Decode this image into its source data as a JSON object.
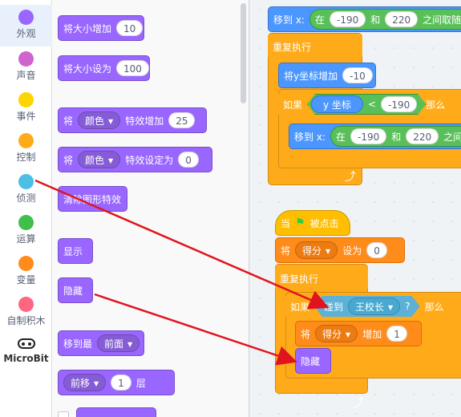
{
  "categories": [
    {
      "label": "外观",
      "color": "#9966ff"
    },
    {
      "label": "声音",
      "color": "#cf63cf"
    },
    {
      "label": "事件",
      "color": "#ffd500"
    },
    {
      "label": "控制",
      "color": "#ffab19"
    },
    {
      "label": "侦测",
      "color": "#4cbfe6"
    },
    {
      "label": "运算",
      "color": "#40bf4a"
    },
    {
      "label": "变量",
      "color": "#ff8c1a"
    },
    {
      "label": "自制积木",
      "color": "#ff6680"
    },
    {
      "label": "MicroBit",
      "color": "#222222"
    }
  ],
  "palette": {
    "change_size": {
      "label": "将大小增加",
      "value": "10"
    },
    "set_size": {
      "label": "将大小设为",
      "value": "100"
    },
    "change_effect": {
      "prefix": "将",
      "effect": "颜色",
      "suffix": "特效增加",
      "value": "25"
    },
    "set_effect": {
      "prefix": "将",
      "effect": "颜色",
      "suffix": "特效设定为",
      "value": "0"
    },
    "clear_effects": {
      "label": "清除图形特效"
    },
    "show": {
      "label": "显示"
    },
    "hide": {
      "label": "隐藏"
    },
    "go_to_layer": {
      "label": "移到最",
      "option": "前面"
    },
    "go_layer": {
      "option": "前移",
      "value": "1",
      "suffix": "层"
    }
  },
  "script1": {
    "goto_random": {
      "label": "移到 x:",
      "in": "在",
      "from": "-190",
      "and": "和",
      "to": "220",
      "rest": "之间取随"
    },
    "forever": {
      "label": "重复执行"
    },
    "change_y": {
      "label": "将y坐标增加",
      "value": "-10"
    },
    "if": {
      "label": "如果",
      "reporter": "y 坐标",
      "op": "<",
      "value": "-190",
      "then": "那么"
    },
    "inner_goto": {
      "label": "移到 x:",
      "in": "在",
      "from": "-190",
      "and": "和",
      "to": "220",
      "rest": "之间取"
    }
  },
  "script2": {
    "hat": {
      "label": "当",
      "suffix": "被点击"
    },
    "set_var": {
      "prefix": "将",
      "var": "得分",
      "mid": "设为",
      "value": "0"
    },
    "forever": {
      "label": "重复执行"
    },
    "if": {
      "label": "如果",
      "sensing": "碰到",
      "target": "王校长",
      "q": "?",
      "then": "那么"
    },
    "change_var": {
      "prefix": "将",
      "var": "得分",
      "mid": "增加",
      "value": "1"
    },
    "hide": {
      "label": "隐藏"
    }
  }
}
